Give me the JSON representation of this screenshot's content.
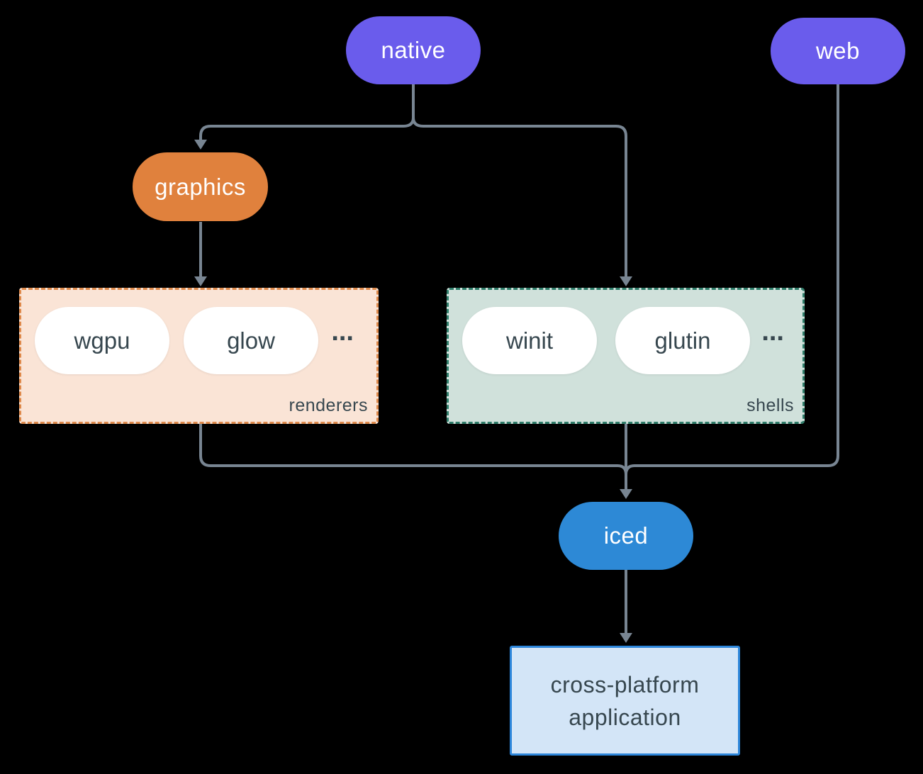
{
  "colors": {
    "background": "#000000",
    "connector": "#788592",
    "native_fill": "#6a5cec",
    "web_fill": "#6a5cec",
    "graphics_fill": "#e0813d",
    "iced_fill": "#2d89d6",
    "pill_text": "#ffffff",
    "item_pill_fill": "#ffffff",
    "dark_text": "#37474f",
    "renderers_fill": "#fae4d6",
    "renderers_border": "#df8a4c",
    "shells_fill": "#d0e1db",
    "shells_border": "#2f7d6a",
    "app_fill": "#d3e5f7",
    "app_border": "#2d86da"
  },
  "nodes": {
    "native": {
      "label": "native"
    },
    "web": {
      "label": "web"
    },
    "graphics": {
      "label": "graphics"
    },
    "iced": {
      "label": "iced"
    },
    "application": {
      "line1": "cross-platform",
      "line2": "application"
    }
  },
  "groups": {
    "renderers": {
      "label": "renderers",
      "items": [
        "wgpu",
        "glow"
      ],
      "ellipsis": "..."
    },
    "shells": {
      "label": "shells",
      "items": [
        "winit",
        "glutin"
      ],
      "ellipsis": "..."
    }
  }
}
